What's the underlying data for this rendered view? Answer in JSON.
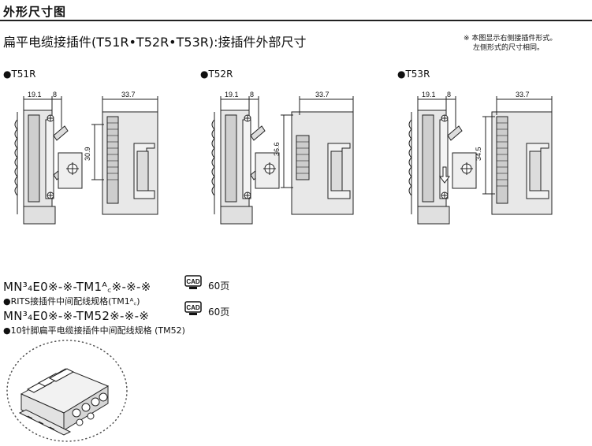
{
  "section": {
    "title": "外形尺寸图",
    "subtitle": "扁平电缆接插件(T51R•T52R•T53R):接插件外部尺寸",
    "note_line1": "※ 本图显示右侧接插件形式。",
    "note_line2": "左侧形式的尺寸相同。"
  },
  "variants": [
    {
      "label": "●T51R",
      "dim_a": "19.1",
      "dim_b": "8",
      "dim_width": "33.7",
      "dim_height": "30.9"
    },
    {
      "label": "●T52R",
      "dim_a": "19.1",
      "dim_b": "8",
      "dim_width": "33.7",
      "dim_height": "36.6"
    },
    {
      "label": "●T53R",
      "dim_a": "19.1",
      "dim_b": "8",
      "dim_width": "33.7",
      "dim_height": "34.5"
    }
  ],
  "references": [
    {
      "model": "MN³₄E0※-※-TM1ᴬ꜀※-※-※",
      "desc": "●RITS接插件中间配线规格(TM1ᴬ꜀)",
      "cad": "CAD",
      "page": "60页"
    },
    {
      "model": "MN³₄E0※-※-TM52※-※-※",
      "desc": "●10针脚扁平电缆接插件中间配线规格 (TM52)",
      "cad": "CAD",
      "page": "60页"
    }
  ]
}
